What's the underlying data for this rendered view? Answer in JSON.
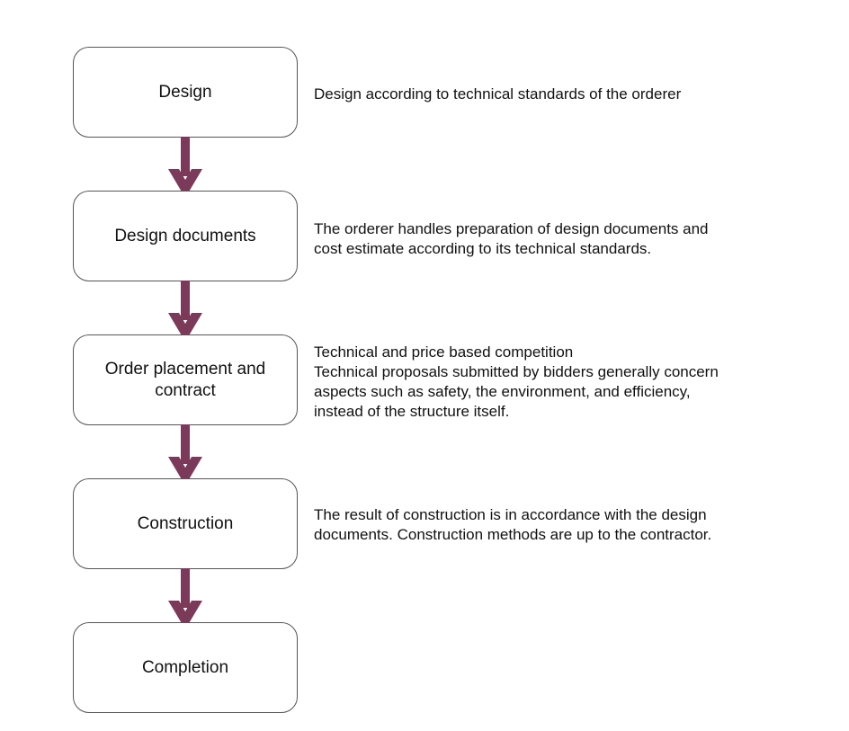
{
  "steps": [
    {
      "label": "Design",
      "description": [
        "Design according to technical standards of the orderer"
      ]
    },
    {
      "label": "Design documents",
      "description": [
        "The orderer handles preparation of design documents and",
        "cost estimate according to its technical standards."
      ]
    },
    {
      "label": "Order placement and\ncontract",
      "description": [
        "Technical and price based competition",
        "Technical proposals submitted by bidders generally concern",
        "aspects such as safety, the environment, and efficiency,",
        "instead of the structure itself."
      ]
    },
    {
      "label": "Construction",
      "description": [
        "The result of construction is in accordance with the design",
        "documents. Construction methods are up to the contractor."
      ]
    },
    {
      "label": "Completion",
      "description": []
    }
  ],
  "colors": {
    "arrow": "#7b3a5a",
    "box_border": "#555555"
  }
}
